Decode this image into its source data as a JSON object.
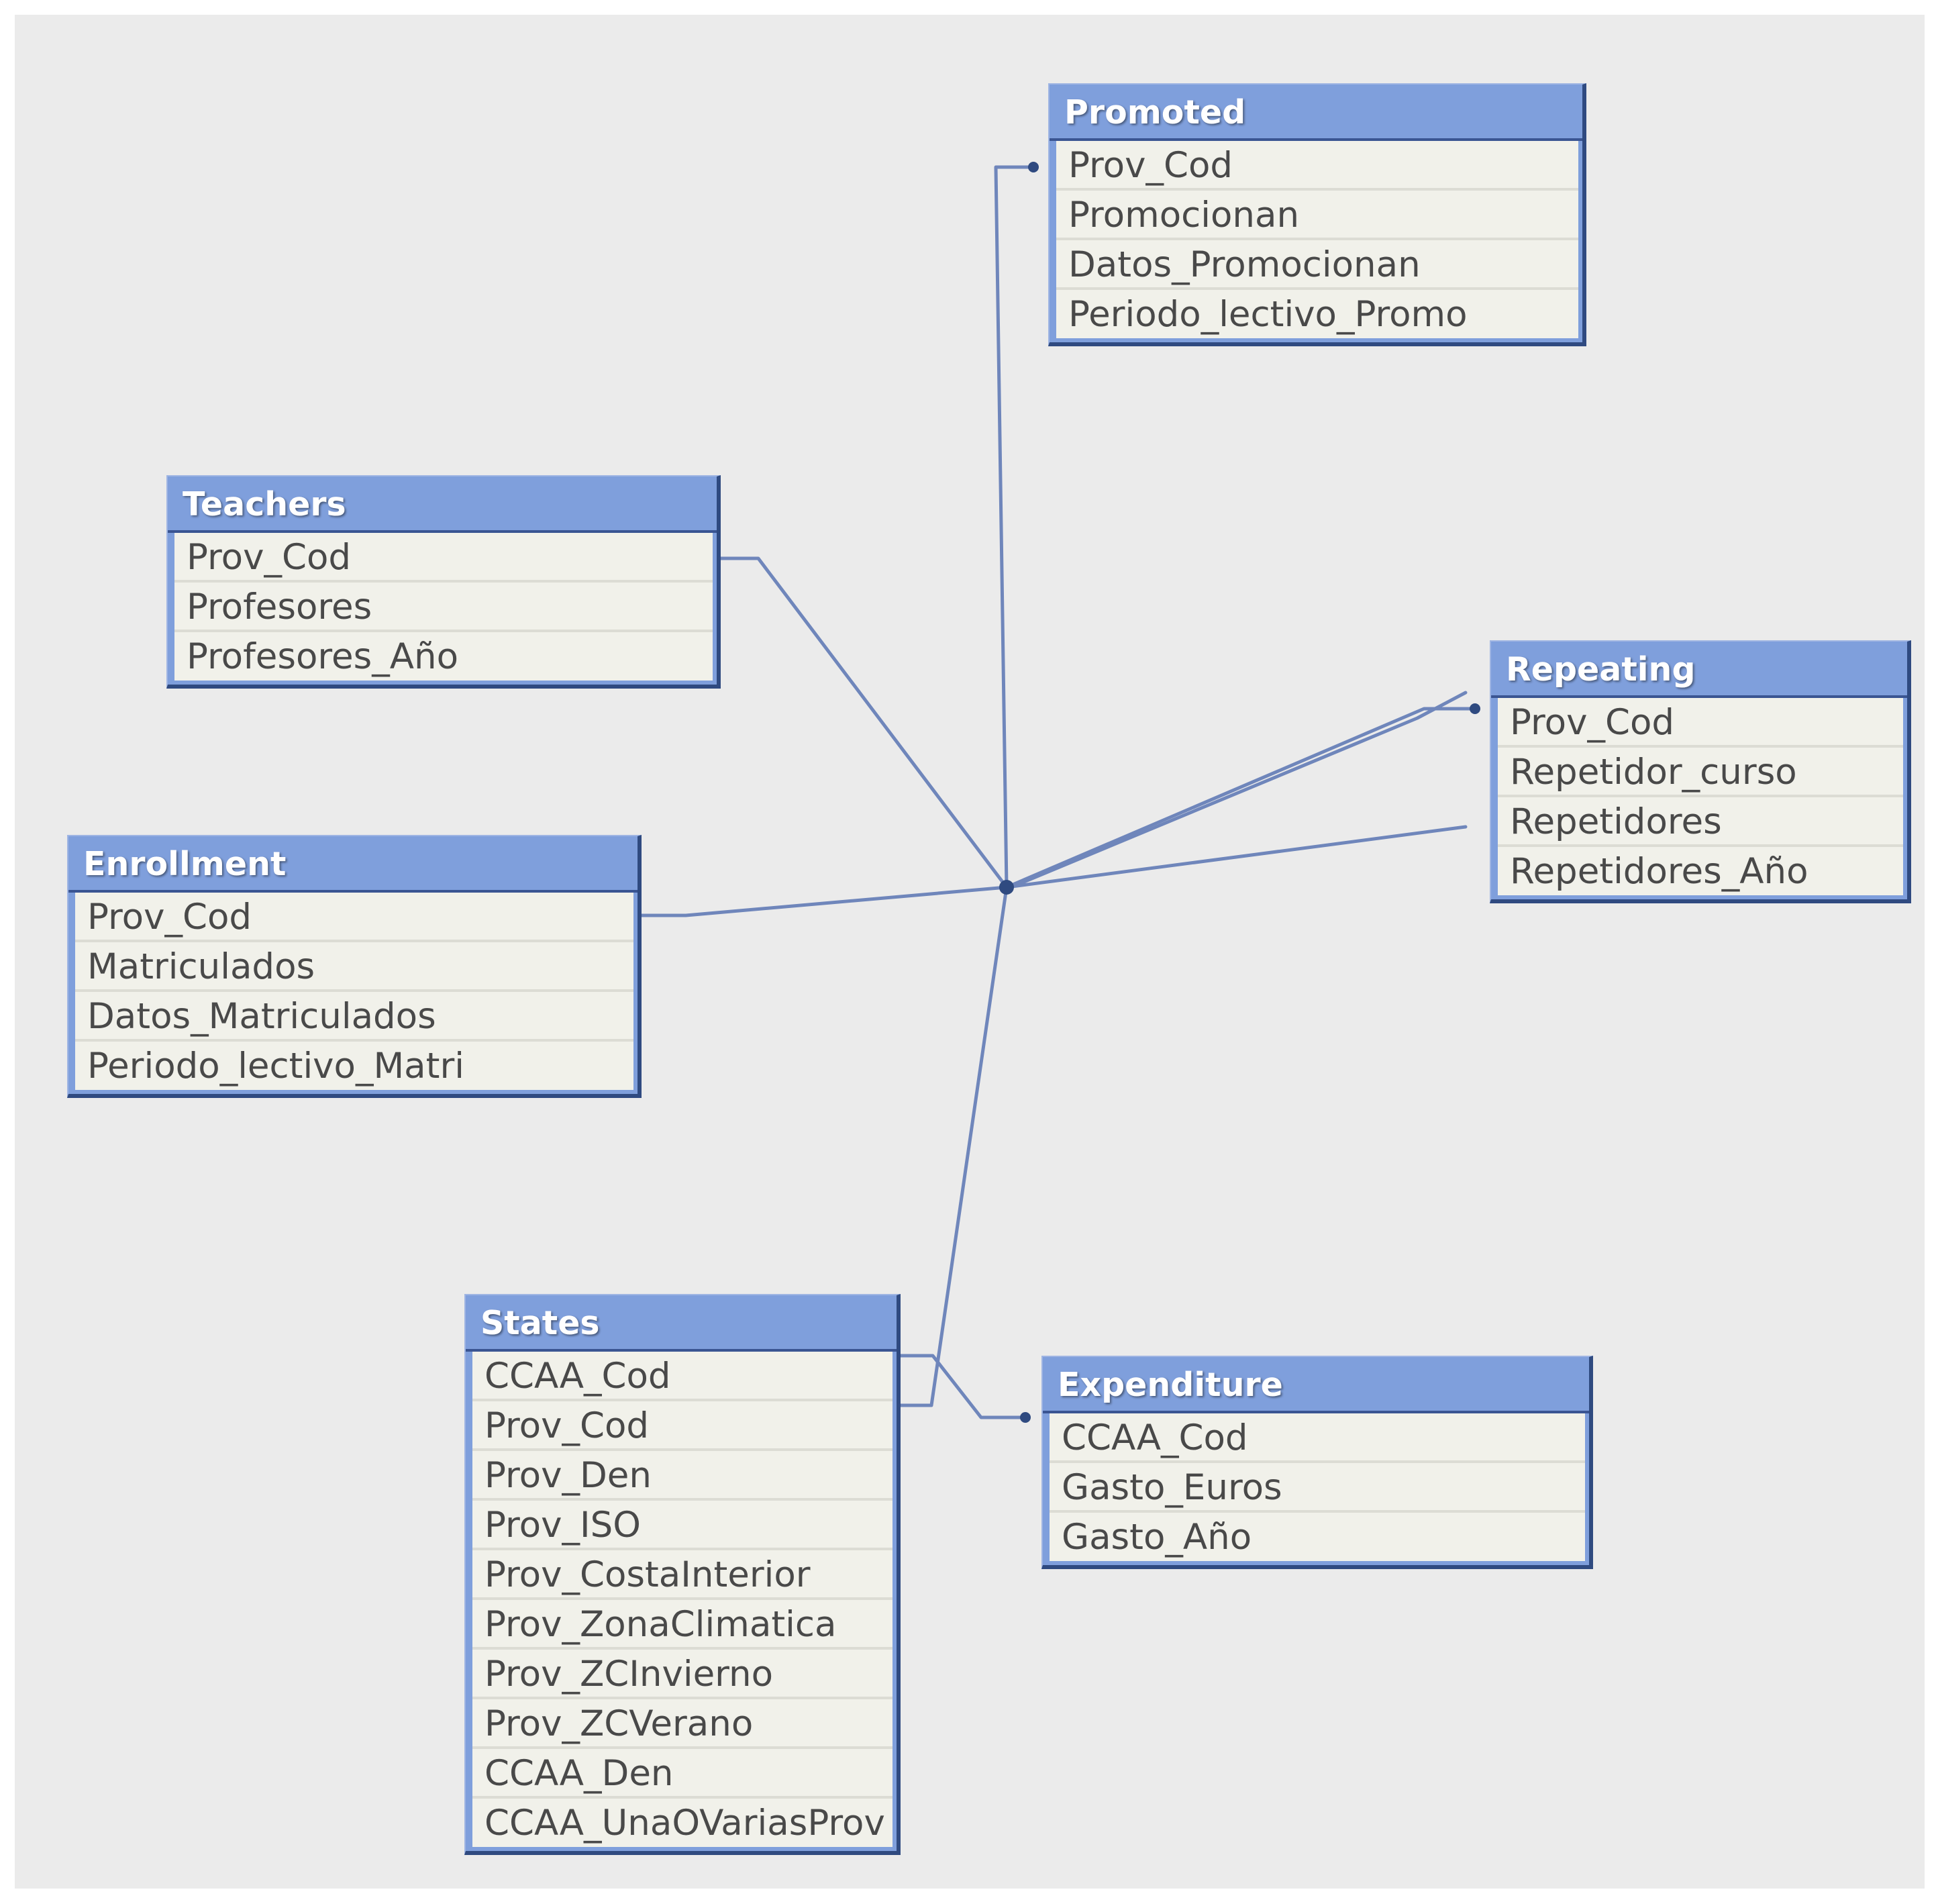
{
  "colors": {
    "background": "#ebebeb",
    "header": "#7f9fdc",
    "field_background": "#f1f1ea",
    "link_line": "#6f86bb"
  },
  "tables": {
    "promoted": {
      "title": "Promoted",
      "fields": [
        "Prov_Cod",
        "Promocionan",
        "Datos_Promocionan",
        "Periodo_lectivo_Promo"
      ]
    },
    "teachers": {
      "title": "Teachers",
      "fields": [
        "Prov_Cod",
        "Profesores",
        "Profesores_Año"
      ]
    },
    "repeating": {
      "title": "Repeating",
      "fields": [
        "Prov_Cod",
        "Repetidor_curso",
        "Repetidores",
        "Repetidores_Año"
      ]
    },
    "enrollment": {
      "title": "Enrollment",
      "fields": [
        "Prov_Cod",
        "Matriculados",
        "Datos_Matriculados",
        "Periodo_lectivo_Matri"
      ]
    },
    "states": {
      "title": "States",
      "fields": [
        "CCAA_Cod",
        "Prov_Cod",
        "Prov_Den",
        "Prov_ISO",
        "Prov_CostaInterior",
        "Prov_ZonaClimatica",
        "Prov_ZCInvierno",
        "Prov_ZCVerano",
        "CCAA_Den",
        "CCAA_UnaOVariasProv"
      ]
    },
    "expenditure": {
      "title": "Expenditure",
      "fields": [
        "CCAA_Cod",
        "Gasto_Euros",
        "Gasto_Año"
      ]
    }
  },
  "links": [
    {
      "from": "promoted.Prov_Cod",
      "to": "hub"
    },
    {
      "from": "teachers.Prov_Cod",
      "to": "hub"
    },
    {
      "from": "repeating.Prov_Cod",
      "to": "hub"
    },
    {
      "from": "enrollment.Prov_Cod",
      "to": "hub"
    },
    {
      "from": "states.Prov_Cod",
      "to": "hub"
    },
    {
      "from": "states.CCAA_Cod",
      "to": "expenditure.CCAA_Cod"
    }
  ]
}
